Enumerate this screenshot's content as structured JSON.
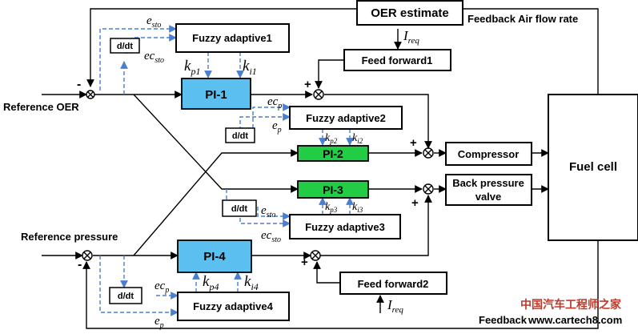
{
  "blocks": {
    "oer_estimate": "OER estimate",
    "fuzzy1": "Fuzzy adaptive1",
    "fuzzy2": "Fuzzy adaptive2",
    "fuzzy3": "Fuzzy adaptive3",
    "fuzzy4": "Fuzzy adaptive4",
    "pi1": "PI-1",
    "pi2": "PI-2",
    "pi3": "PI-3",
    "pi4": "PI-4",
    "ff1": "Feed forward1",
    "ff2": "Feed forward2",
    "compressor": "Compressor",
    "back_pressure_1": "Back pressure",
    "back_pressure_2": "valve",
    "fuel_cell": "Fuel cell",
    "ddt": "d/dt"
  },
  "labels": {
    "reference_oer": "Reference OER",
    "reference_pressure": "Reference pressure",
    "feedback_air": "Feedback Air flow rate",
    "feedback_bottom": "Feedback"
  },
  "signals": {
    "e": "e",
    "ec": "ec",
    "k": "k",
    "I": "I",
    "sto": "sto",
    "p": "p",
    "req": "req",
    "p1": "p1",
    "i1": "i1",
    "p2": "p2",
    "i2": "i2",
    "p3": "p3",
    "i3": "i3",
    "p4": "p4",
    "i4": "i4"
  },
  "signs": {
    "plus": "+",
    "minus": "-"
  },
  "watermark": {
    "cn": "中国汽车工程师之家",
    "url": "www.cartech8.com"
  },
  "colors": {
    "pi_blue": "#5bc0f0",
    "pi_green": "#22cc44",
    "dashed": "#4a7fd0"
  }
}
